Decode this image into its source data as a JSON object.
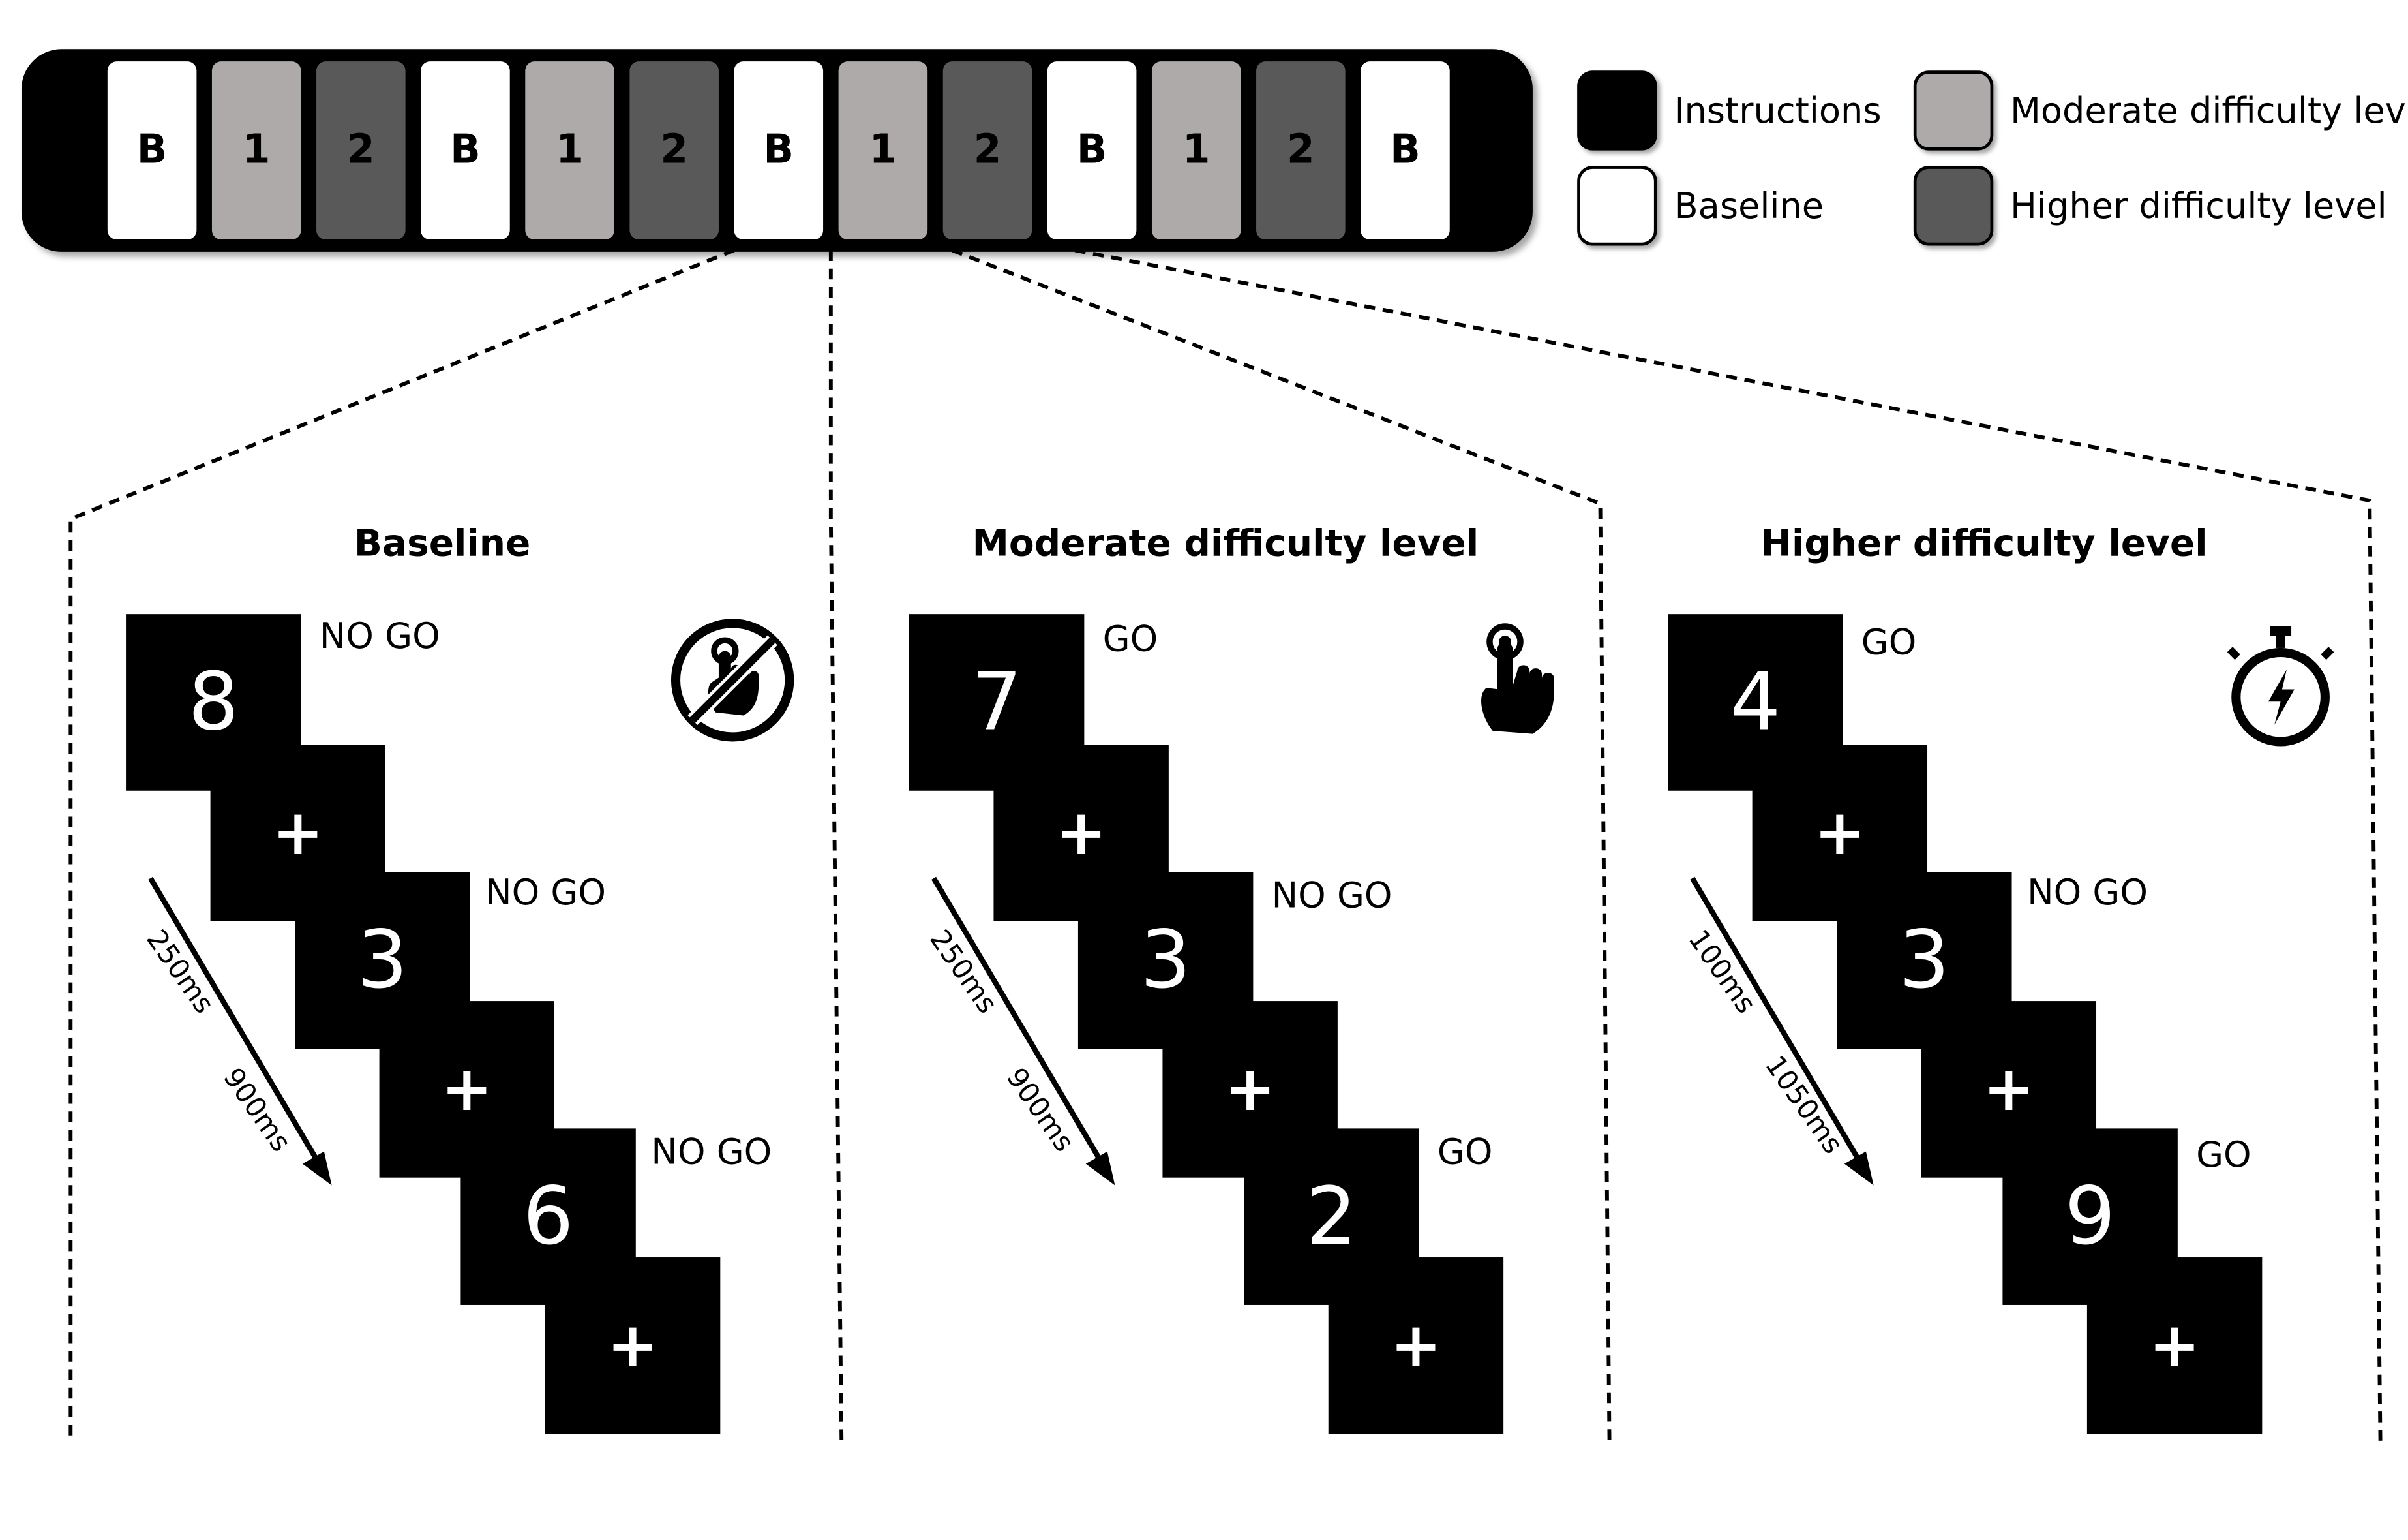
{
  "timeline": {
    "blocks": [
      "B",
      "1",
      "2",
      "B",
      "1",
      "2",
      "B",
      "1",
      "2",
      "B",
      "1",
      "2",
      "B"
    ]
  },
  "colors": {
    "instructions": "#000000",
    "baseline": "#ffffff",
    "moderate": "#aeaaaa",
    "higher": "#595959"
  },
  "legend": {
    "instructions": "Instructions",
    "baseline": "Baseline",
    "moderate": "Moderate difficulty lev",
    "higher": "Higher difficulty level"
  },
  "panels": [
    {
      "title": "Baseline",
      "icon": "no-touch-icon",
      "stimuli": [
        "8",
        "+",
        "3",
        "+",
        "6",
        "+"
      ],
      "responses": [
        "NO GO",
        "NO GO",
        "NO GO"
      ],
      "timing": [
        "250ms",
        "900ms"
      ]
    },
    {
      "title": "Moderate difficulty level",
      "icon": "tap-icon",
      "stimuli": [
        "7",
        "+",
        "3",
        "+",
        "2",
        "+"
      ],
      "responses": [
        "GO",
        "NO GO",
        "GO"
      ],
      "timing": [
        "250ms",
        "900ms"
      ]
    },
    {
      "title": "Higher difficulty level",
      "icon": "stopwatch-icon",
      "stimuli": [
        "4",
        "+",
        "3",
        "+",
        "9",
        "+"
      ],
      "responses": [
        "GO",
        "NO GO",
        "GO"
      ],
      "timing": [
        "100ms",
        "1050ms"
      ]
    }
  ]
}
